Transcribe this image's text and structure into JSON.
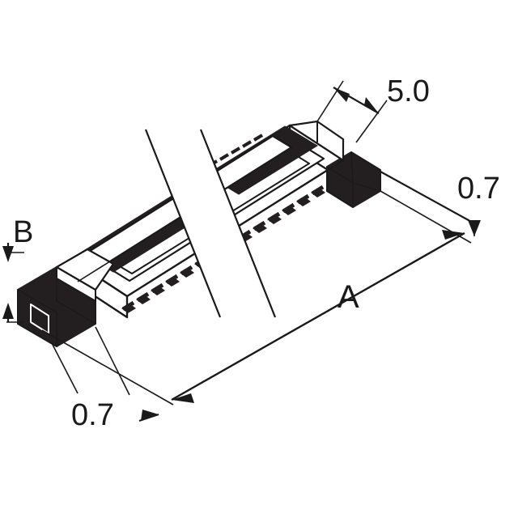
{
  "drawing": {
    "title": "board-to-board-connector-dimension-drawing",
    "background_color": "#ffffff",
    "line_color": "#1a1a1a",
    "body_fill": "#ffffff",
    "dark_fill": "#231f20",
    "labels": {
      "length_a": "A",
      "height_b": "B",
      "width_50": "5.0",
      "end_07_right": "0.7",
      "end_07_left": "0.7"
    }
  }
}
